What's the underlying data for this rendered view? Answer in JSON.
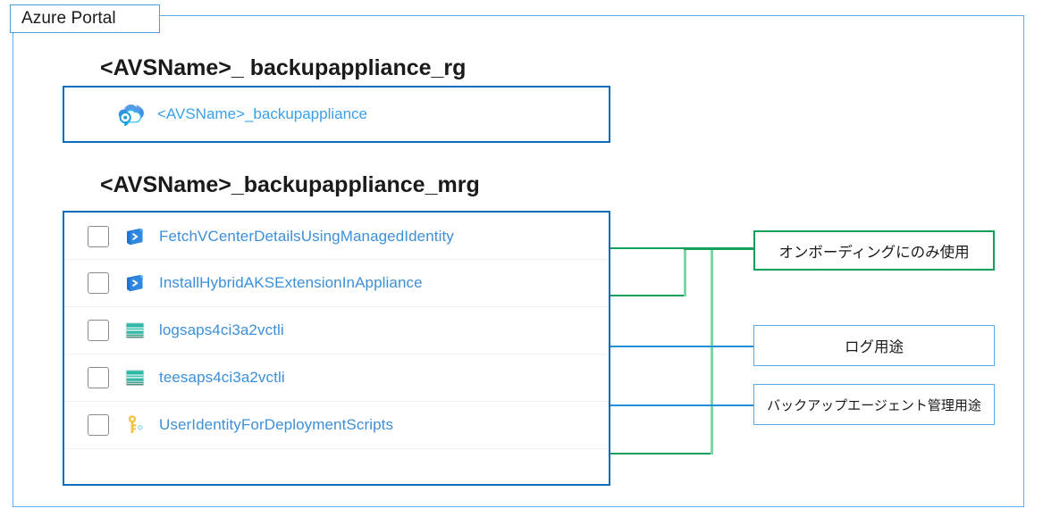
{
  "frame": {
    "tab_label": "Azure Portal",
    "border_color": "#62b0e8"
  },
  "resource_groups": [
    {
      "title": "<AVSName>_ backupappliance_rg",
      "resources": [
        {
          "name": "<AVSName>_backupappliance",
          "icon": "backup-vault-icon",
          "icon_label": "Azure Backup Vault"
        }
      ]
    },
    {
      "title": "<AVSName>_backupappliance_mrg",
      "resources": [
        {
          "name": "FetchVCenterDetailsUsingManagedIdentity",
          "icon": "deployment-script-icon",
          "icon_label": "Deployment Script",
          "checked": false
        },
        {
          "name": "InstallHybridAKSExtensionInAppliance",
          "icon": "deployment-script-icon",
          "icon_label": "Deployment Script",
          "checked": false
        },
        {
          "name": "logsaps4ci3a2vctli",
          "icon": "storage-account-icon",
          "icon_label": "Storage Account",
          "checked": false
        },
        {
          "name": "teesaps4ci3a2vctli",
          "icon": "storage-account-icon",
          "icon_label": "Storage Account",
          "checked": false
        },
        {
          "name": "UserIdentityForDeploymentScripts",
          "icon": "managed-identity-icon",
          "icon_label": "Managed Identity",
          "checked": false
        }
      ]
    }
  ],
  "callouts": [
    {
      "id": "onboarding",
      "text": "オンボーディングにのみ使用",
      "border_color": "#11a05a",
      "connects_to": [
        "FetchVCenterDetailsUsingManagedIdentity",
        "InstallHybridAKSExtensionInAppliance",
        "UserIdentityForDeploymentScripts"
      ]
    },
    {
      "id": "logs",
      "text": "ログ用途",
      "border_color": "#5aa9e0",
      "connects_to": [
        "logsaps4ci3a2vctli"
      ]
    },
    {
      "id": "agent",
      "text": "バックアップエージェント管理用途",
      "border_color": "#5aa9e0",
      "connects_to": [
        "teesaps4ci3a2vctli"
      ]
    }
  ],
  "colors": {
    "resource_link": "#3c8fd8",
    "vault_link": "#3aa0ea",
    "panel_border": "#0f6cbd",
    "connector_green": "#13a05c",
    "connector_blue": "#1f8fd6"
  }
}
